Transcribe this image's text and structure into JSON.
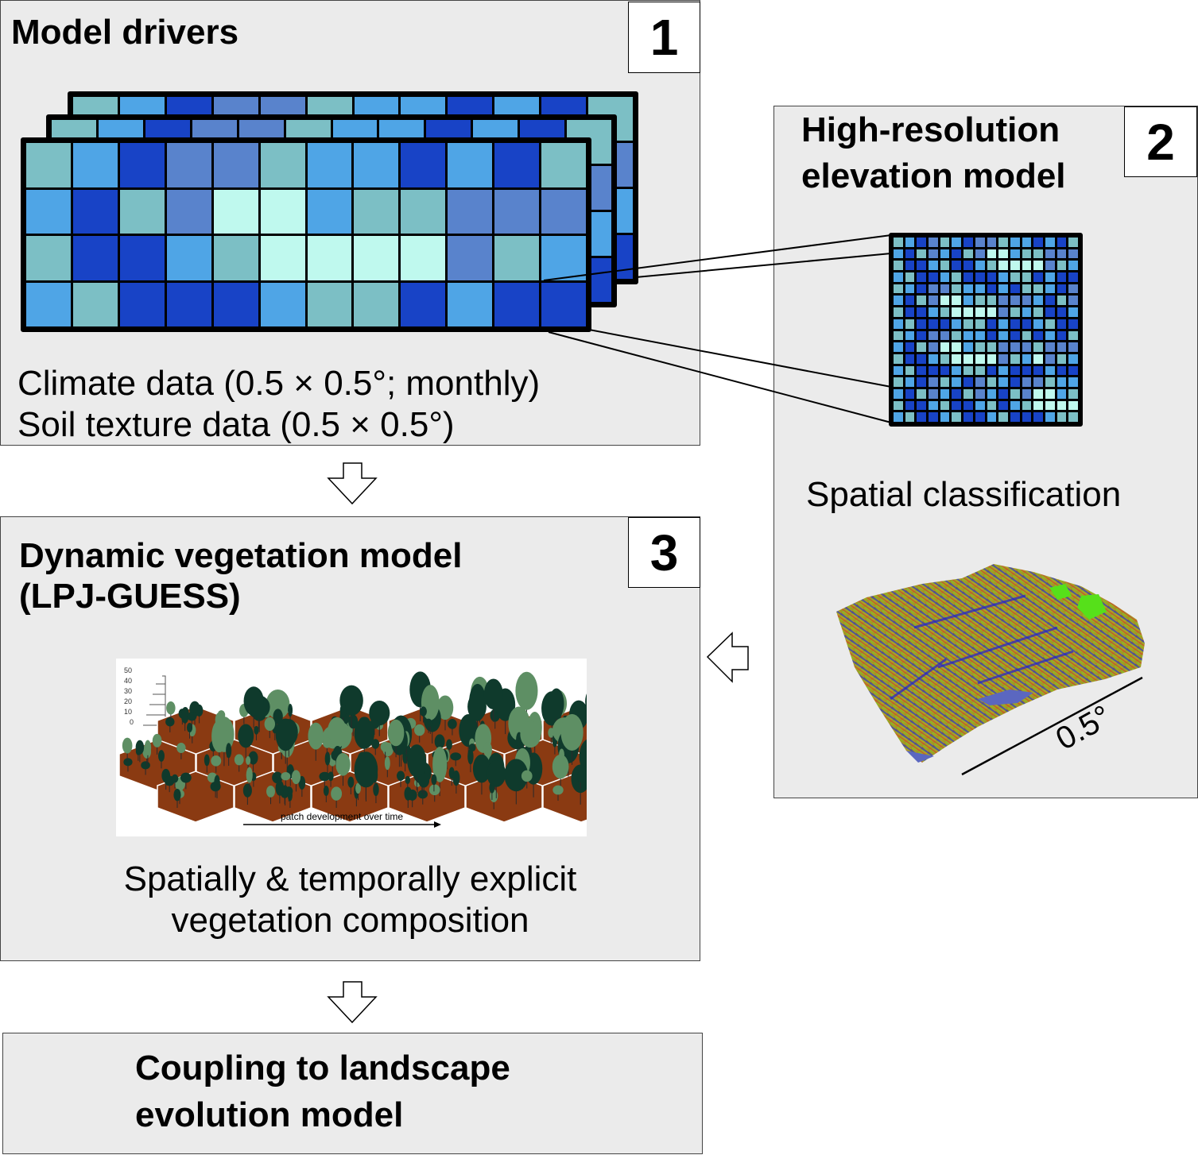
{
  "panels": {
    "drivers": {
      "number": "1",
      "title": "Model drivers",
      "lines": [
        "Climate data (0.5 × 0.5°; monthly)",
        "Soil texture data (0.5 × 0.5°)"
      ]
    },
    "elevation": {
      "number": "2",
      "title_lines": [
        "High-resolution",
        "elevation model"
      ],
      "caption": "Spatial classification",
      "scale_label": "0.5°"
    },
    "vegetation": {
      "number": "3",
      "title_lines": [
        "Dynamic vegetation model",
        "(LPJ-GUESS)"
      ],
      "figure": {
        "y_ticks": [
          "50",
          "40",
          "30",
          "20",
          "10",
          "0"
        ],
        "arrow_label": "patch development over time"
      },
      "caption_lines": [
        "Spatially & temporally explicit",
        "vegetation composition"
      ]
    },
    "coupling": {
      "title_lines": [
        "Coupling to landscape",
        "evolution model"
      ]
    }
  },
  "palette": {
    "teal": "#7cbfc5",
    "sky": "#4fa5e6",
    "royal": "#1843c6",
    "slate": "#5983cc",
    "mint": "#bff9ee",
    "panel_bg": "#ebebeb"
  },
  "coarse_grid": {
    "rows": [
      [
        "teal",
        "sky",
        "royal",
        "slate",
        "slate",
        "teal",
        "sky",
        "sky",
        "royal",
        "sky",
        "royal",
        "teal"
      ],
      [
        "sky",
        "royal",
        "teal",
        "slate",
        "mint",
        "mint",
        "sky",
        "teal",
        "teal",
        "slate",
        "slate",
        "slate"
      ],
      [
        "teal",
        "royal",
        "royal",
        "sky",
        "teal",
        "mint",
        "mint",
        "mint",
        "mint",
        "slate",
        "teal",
        "sky"
      ],
      [
        "sky",
        "teal",
        "royal",
        "royal",
        "royal",
        "sky",
        "teal",
        "teal",
        "royal",
        "sky",
        "royal",
        "royal"
      ]
    ]
  },
  "fine_grid": {
    "rows": [
      [
        "teal",
        "sky",
        "royal",
        "slate",
        "teal",
        "sky",
        "royal",
        "slate",
        "slate",
        "teal",
        "sky",
        "sky",
        "royal",
        "sky",
        "royal",
        "teal"
      ],
      [
        "sky",
        "royal",
        "teal",
        "slate",
        "sky",
        "royal",
        "teal",
        "slate",
        "mint",
        "mint",
        "sky",
        "teal",
        "teal",
        "slate",
        "slate",
        "slate"
      ],
      [
        "teal",
        "royal",
        "royal",
        "sky",
        "teal",
        "royal",
        "royal",
        "sky",
        "teal",
        "mint",
        "mint",
        "mint",
        "mint",
        "slate",
        "teal",
        "sky"
      ],
      [
        "sky",
        "teal",
        "royal",
        "royal",
        "sky",
        "teal",
        "royal",
        "royal",
        "royal",
        "sky",
        "teal",
        "teal",
        "royal",
        "sky",
        "royal",
        "royal"
      ],
      [
        "teal",
        "sky",
        "royal",
        "slate",
        "slate",
        "teal",
        "sky",
        "sky",
        "royal",
        "sky",
        "royal",
        "teal",
        "teal",
        "sky",
        "royal",
        "slate"
      ],
      [
        "sky",
        "royal",
        "teal",
        "slate",
        "mint",
        "mint",
        "sky",
        "teal",
        "teal",
        "slate",
        "slate",
        "slate",
        "sky",
        "royal",
        "teal",
        "slate"
      ],
      [
        "teal",
        "royal",
        "royal",
        "sky",
        "teal",
        "mint",
        "mint",
        "mint",
        "mint",
        "slate",
        "teal",
        "sky",
        "teal",
        "royal",
        "royal",
        "sky"
      ],
      [
        "sky",
        "teal",
        "royal",
        "royal",
        "royal",
        "sky",
        "teal",
        "teal",
        "royal",
        "sky",
        "royal",
        "royal",
        "sky",
        "teal",
        "royal",
        "royal"
      ],
      [
        "teal",
        "sky",
        "royal",
        "slate",
        "slate",
        "teal",
        "sky",
        "sky",
        "royal",
        "sky",
        "royal",
        "teal",
        "royal",
        "sky",
        "royal",
        "teal"
      ],
      [
        "sky",
        "royal",
        "teal",
        "slate",
        "mint",
        "mint",
        "sky",
        "teal",
        "teal",
        "slate",
        "slate",
        "slate",
        "teal",
        "slate",
        "slate",
        "slate"
      ],
      [
        "teal",
        "royal",
        "royal",
        "sky",
        "teal",
        "mint",
        "mint",
        "mint",
        "mint",
        "slate",
        "teal",
        "sky",
        "mint",
        "slate",
        "teal",
        "sky"
      ],
      [
        "sky",
        "teal",
        "royal",
        "royal",
        "royal",
        "sky",
        "teal",
        "teal",
        "royal",
        "sky",
        "royal",
        "royal",
        "royal",
        "sky",
        "royal",
        "royal"
      ],
      [
        "teal",
        "sky",
        "royal",
        "slate",
        "teal",
        "sky",
        "royal",
        "slate",
        "teal",
        "sky",
        "royal",
        "slate",
        "slate",
        "teal",
        "sky",
        "sky"
      ],
      [
        "sky",
        "royal",
        "teal",
        "slate",
        "sky",
        "royal",
        "teal",
        "slate",
        "sky",
        "royal",
        "teal",
        "slate",
        "mint",
        "mint",
        "sky",
        "teal"
      ],
      [
        "teal",
        "royal",
        "royal",
        "sky",
        "teal",
        "royal",
        "royal",
        "sky",
        "teal",
        "royal",
        "sky",
        "teal",
        "mint",
        "mint",
        "mint",
        "mint"
      ],
      [
        "sky",
        "teal",
        "royal",
        "royal",
        "sky",
        "teal",
        "royal",
        "royal",
        "sky",
        "teal",
        "royal",
        "royal",
        "royal",
        "sky",
        "teal",
        "teal"
      ]
    ]
  }
}
